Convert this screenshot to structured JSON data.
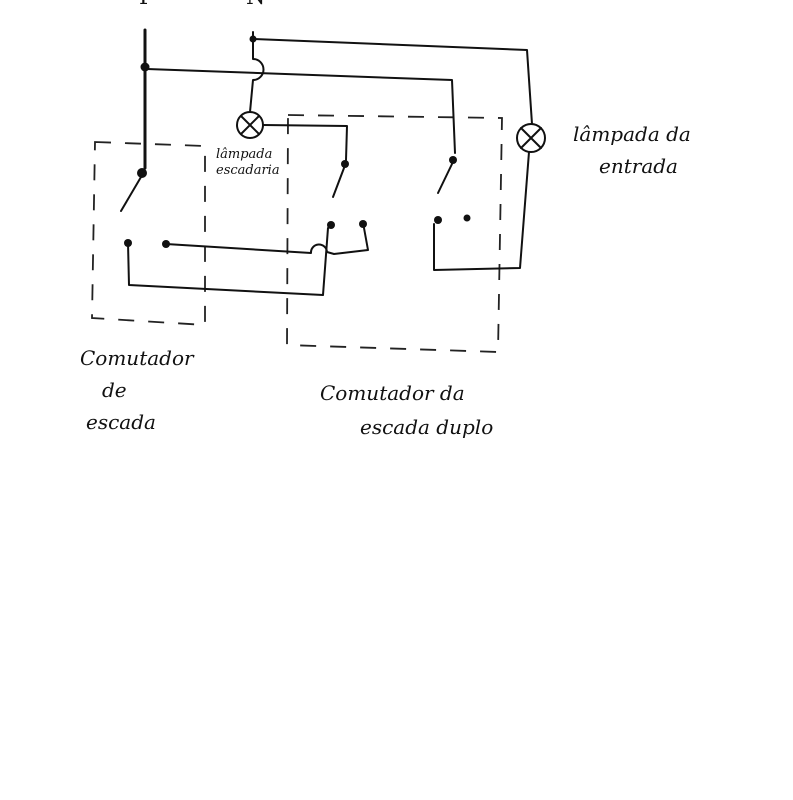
{
  "terminals": {
    "phase": "F",
    "neutral": "N"
  },
  "labels": {
    "lamp_stair": [
      "lâmpada",
      "escadaria"
    ],
    "lamp_entrance": [
      "lâmpada da",
      "entrada"
    ],
    "switch_single": [
      "Comutador",
      "de",
      "escada"
    ],
    "switch_double": [
      "Comutador da",
      "escada duplo"
    ]
  },
  "colors": {
    "ink": "#111111",
    "paper": "#ffffff"
  }
}
